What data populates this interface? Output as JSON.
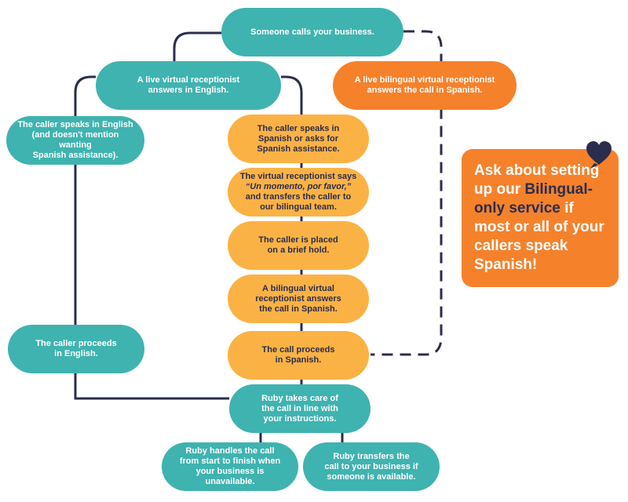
{
  "colors": {
    "teal": "#3fb3b0",
    "orange": "#f5812b",
    "yellow": "#fbb244",
    "navy": "#2b2d4d"
  },
  "nodes": {
    "someone_calls": "Someone calls your business.",
    "live_english": [
      "A live virtual receptionist",
      "answers in English."
    ],
    "live_bilingual": [
      "A live bilingual virtual receptionist",
      "answers the call in Spanish."
    ],
    "caller_english": [
      "The caller speaks in English",
      "(and doesn't mention wanting",
      "Spanish assistance)."
    ],
    "caller_spanish": [
      "The caller speaks in",
      "Spanish or asks for",
      "Spanish assistance."
    ],
    "receptionist_says": [
      "The virtual receptionist says",
      "“Un momento, por favor,”",
      "and transfers the caller to",
      "our bilingual team."
    ],
    "brief_hold": [
      "The caller is placed",
      "on a brief hold."
    ],
    "bilingual_answers": [
      "A bilingual virtual",
      "receptionist answers",
      "the call in Spanish."
    ],
    "proceeds_spanish": [
      "The call proceeds",
      "in Spanish."
    ],
    "proceeds_english": [
      "The caller proceeds",
      "in English."
    ],
    "ruby_takes_care": [
      "Ruby takes care of",
      "the call in line with",
      "your instructions."
    ],
    "ruby_handles": [
      "Ruby handles the call",
      "from start to finish when",
      "your business is unavailable."
    ],
    "ruby_transfers": [
      "Ruby transfers the",
      "call to your business if",
      "someone is available."
    ]
  },
  "callout": {
    "part1": "Ask about setting up our",
    "highlight": "Bilingual-only service",
    "part2": "if most or all of your callers speak Spanish!",
    "heart_icon": "heart-icon"
  }
}
